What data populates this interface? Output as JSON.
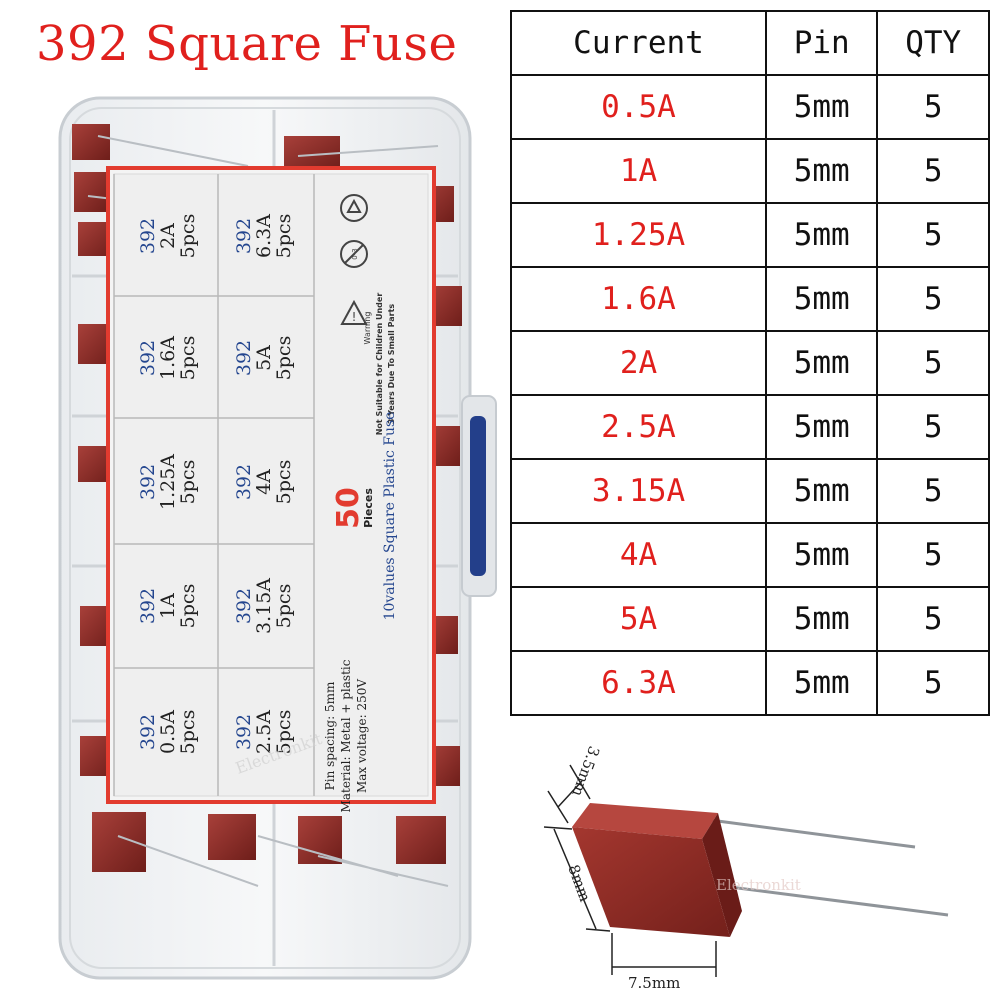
{
  "title": "392 Square Fuse",
  "table": {
    "headers": [
      "Current",
      "Pin",
      "QTY"
    ],
    "rows": [
      [
        "0.5A",
        "5mm",
        "5"
      ],
      [
        "1A",
        "5mm",
        "5"
      ],
      [
        "1.25A",
        "5mm",
        "5"
      ],
      [
        "1.6A",
        "5mm",
        "5"
      ],
      [
        "2A",
        "5mm",
        "5"
      ],
      [
        "2.5A",
        "5mm",
        "5"
      ],
      [
        "3.15A",
        "5mm",
        "5"
      ],
      [
        "4A",
        "5mm",
        "5"
      ],
      [
        "5A",
        "5mm",
        "5"
      ],
      [
        "6.3A",
        "5mm",
        "5"
      ]
    ]
  },
  "label_card": {
    "left_column": [
      {
        "model": "392",
        "rating": "2A",
        "qty": "5pcs"
      },
      {
        "model": "392",
        "rating": "1.6A",
        "qty": "5pcs"
      },
      {
        "model": "392",
        "rating": "1.25A",
        "qty": "5pcs"
      },
      {
        "model": "392",
        "rating": "1A",
        "qty": "5pcs"
      },
      {
        "model": "392",
        "rating": "0.5A",
        "qty": "5pcs"
      }
    ],
    "right_column": [
      {
        "model": "392",
        "rating": "6.3A",
        "qty": "5pcs"
      },
      {
        "model": "392",
        "rating": "5A",
        "qty": "5pcs"
      },
      {
        "model": "392",
        "rating": "4A",
        "qty": "5pcs"
      },
      {
        "model": "392",
        "rating": "3.15A",
        "qty": "5pcs"
      },
      {
        "model": "392",
        "rating": "2.5A",
        "qty": "5pcs"
      }
    ],
    "count": "50",
    "count_unit": "Pieces",
    "product_line": "10values Square Plastic Fuse",
    "specs": [
      "Pin spacing: 5mm",
      "Material: Metal + plastic",
      "Max voltage: 250V"
    ],
    "warning_text": "Warning",
    "warning_line1": "Not Suitable for Children Under",
    "warning_line2": "3 Years Due To Small Parts",
    "age_badge": "0-3"
  },
  "watermark": "Electronkit",
  "dimensions": {
    "width": "7.5mm",
    "height": "8mm",
    "depth": "3.5mm"
  },
  "colors": {
    "title_red": "#e0201d",
    "fuse_brown": "#8e2a25",
    "label_blue": "#24468f",
    "border_red": "#e23b2f"
  }
}
